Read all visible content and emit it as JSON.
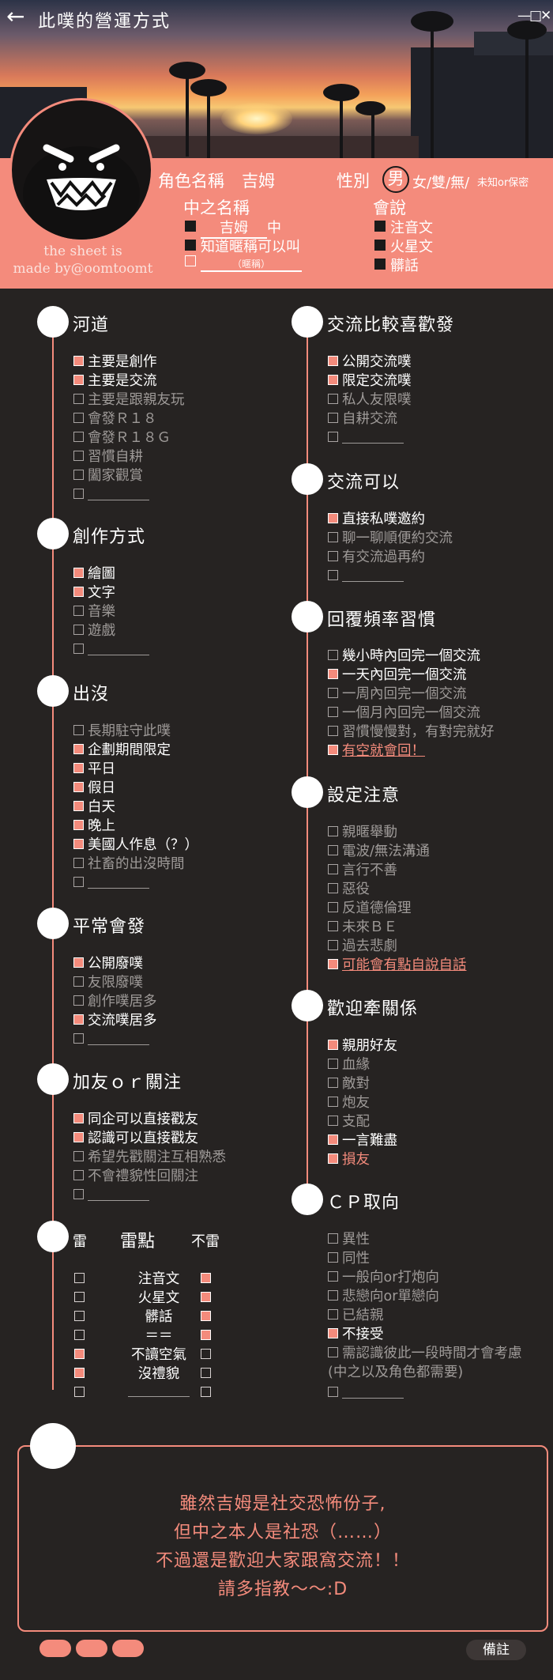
{
  "titlebar": {
    "back_icon": "arrow-left-icon",
    "title": "此噗的營運方式",
    "minimize": "—",
    "maximize": "□",
    "close": "✕"
  },
  "header": {
    "credit_line1": "the sheet is",
    "credit_line2": "made by@oomtoomt",
    "role_name_label": "角色名稱",
    "role_name_value": "吉姆",
    "gender_label": "性別",
    "gender_selected": "男",
    "gender_options": "女/雙/無/",
    "gender_unknown": "未知or保密",
    "nickname_label": "中之名稱",
    "nickname_opt1_value": "吉姆",
    "nickname_opt1_suffix": "中",
    "nickname_opt2": "知道暱稱可以叫",
    "nickname_opt3_hint": "（暱稱）",
    "lang_label": "會說",
    "lang_opts": [
      "注音文",
      "火星文",
      "髒話"
    ]
  },
  "sections": {
    "hedao": {
      "title": "河道",
      "items": [
        {
          "label": "主要是創作",
          "on": true
        },
        {
          "label": "主要是交流",
          "on": true
        },
        {
          "label": "主要是跟親友玩",
          "on": false
        },
        {
          "label": "會發Ｒ１８",
          "on": false
        },
        {
          "label": "會發Ｒ１８Ｇ",
          "on": false
        },
        {
          "label": "習慣自耕",
          "on": false
        },
        {
          "label": "闔家觀賞",
          "on": false
        },
        {
          "label": "",
          "on": false
        }
      ]
    },
    "chuangzuo": {
      "title": "創作方式",
      "items": [
        {
          "label": "繪圖",
          "on": true
        },
        {
          "label": "文字",
          "on": true
        },
        {
          "label": "音樂",
          "on": false
        },
        {
          "label": "遊戲",
          "on": false
        },
        {
          "label": "",
          "on": false
        }
      ]
    },
    "chumo": {
      "title": "出沒",
      "items": [
        {
          "label": "長期駐守此噗",
          "on": false
        },
        {
          "label": "企劃期間限定",
          "on": true
        },
        {
          "label": "平日",
          "on": true
        },
        {
          "label": "假日",
          "on": true
        },
        {
          "label": "白天",
          "on": true
        },
        {
          "label": "晚上",
          "on": true
        },
        {
          "label": "美國人作息（？）",
          "on": true
        },
        {
          "label": "社畜的出沒時間",
          "on": false
        },
        {
          "label": "",
          "on": false
        }
      ]
    },
    "pingchang": {
      "title": "平常會發",
      "items": [
        {
          "label": "公開廢噗",
          "on": true
        },
        {
          "label": "友限廢噗",
          "on": false
        },
        {
          "label": "創作噗居多",
          "on": false
        },
        {
          "label": "交流噗居多",
          "on": true
        },
        {
          "label": "",
          "on": false
        }
      ]
    },
    "jiayou": {
      "title": "加友ｏｒ關注",
      "items": [
        {
          "label": "同企可以直接戳友",
          "on": true
        },
        {
          "label": "認識可以直接戳友",
          "on": true
        },
        {
          "label": "希望先戳關注互相熟悉",
          "on": false
        },
        {
          "label": "不會禮貌性回關注",
          "on": false
        },
        {
          "label": "",
          "on": false
        }
      ]
    },
    "jiaoliu_pref": {
      "title": "交流比較喜歡發",
      "items": [
        {
          "label": "公開交流噗",
          "on": true
        },
        {
          "label": "限定交流噗",
          "on": true
        },
        {
          "label": "私人友限噗",
          "on": false
        },
        {
          "label": "自耕交流",
          "on": false
        },
        {
          "label": "",
          "on": false
        }
      ]
    },
    "jiaoliu_ok": {
      "title": "交流可以",
      "items": [
        {
          "label": "直接私噗邀約",
          "on": true
        },
        {
          "label": "聊一聊順便約交流",
          "on": false
        },
        {
          "label": "有交流過再約",
          "on": false
        },
        {
          "label": "",
          "on": false
        }
      ]
    },
    "huifu": {
      "title": "回覆頻率習慣",
      "items": [
        {
          "label": "幾小時內回完一個交流",
          "on": false,
          "white": true
        },
        {
          "label": "一天內回完一個交流",
          "on": true
        },
        {
          "label": "一周內回完一個交流",
          "on": false
        },
        {
          "label": "一個月內回完一個交流",
          "on": false
        },
        {
          "label": "習慣慢慢對，有對完就好",
          "on": false
        },
        {
          "label": "有空就會回！",
          "on": true,
          "accent": true
        }
      ]
    },
    "shezhi": {
      "title": "設定注意",
      "items": [
        {
          "label": "親暱舉動",
          "on": false
        },
        {
          "label": "電波/無法溝通",
          "on": false
        },
        {
          "label": "言行不善",
          "on": false
        },
        {
          "label": "惡役",
          "on": false
        },
        {
          "label": "反道德倫理",
          "on": false
        },
        {
          "label": "未來ＢＥ",
          "on": false
        },
        {
          "label": "過去悲劇",
          "on": false
        },
        {
          "label": "可能會有點自說自話",
          "on": true,
          "accent": true
        }
      ]
    },
    "huanying": {
      "title": "歡迎牽關係",
      "items": [
        {
          "label": "親朋好友",
          "on": true
        },
        {
          "label": "血緣",
          "on": false
        },
        {
          "label": "敵對",
          "on": false
        },
        {
          "label": "炮友",
          "on": false
        },
        {
          "label": "支配",
          "on": false
        },
        {
          "label": "一言難盡",
          "on": true
        },
        {
          "label": "損友",
          "on": true,
          "accent": true
        }
      ]
    },
    "cp": {
      "title": "ＣＰ取向",
      "items": [
        {
          "label": "異性",
          "on": false
        },
        {
          "label": "同性",
          "on": false
        },
        {
          "label": "一般向or打炮向",
          "on": false
        },
        {
          "label": "悲戀向or單戀向",
          "on": false
        },
        {
          "label": "已結親",
          "on": false
        },
        {
          "label": "不接受",
          "on": true
        },
        {
          "label": "需認識彼此一段時間才會考慮",
          "on": false
        },
        {
          "label": "(中之以及角色都需要)",
          "on": false,
          "nobox": true
        },
        {
          "label": "",
          "on": false
        }
      ]
    }
  },
  "thunder": {
    "left_head": "雷",
    "mid_head": "雷點",
    "right_head": "不雷",
    "rows": [
      {
        "label": "注音文",
        "lei": false,
        "bulei": true
      },
      {
        "label": "火星文",
        "lei": false,
        "bulei": true
      },
      {
        "label": "髒話",
        "lei": false,
        "bulei": true
      },
      {
        "label": "＝＝",
        "lei": false,
        "bulei": true
      },
      {
        "label": "不讀空氣",
        "lei": true,
        "bulei": false
      },
      {
        "label": "沒禮貌",
        "lei": true,
        "bulei": false
      },
      {
        "label": "",
        "lei": false,
        "bulei": false
      }
    ]
  },
  "note": {
    "lines": [
      "雖然吉姆是社交恐怖份子,",
      "但中之本人是社恐（……）",
      "不過還是歡迎大家跟窩交流！！",
      "請多指教～～:D"
    ]
  },
  "footer": {
    "remarks_label": "備註"
  },
  "colors": {
    "accent": "#f48b7c",
    "background": "#262322",
    "muted_text": "#9e9a98"
  }
}
